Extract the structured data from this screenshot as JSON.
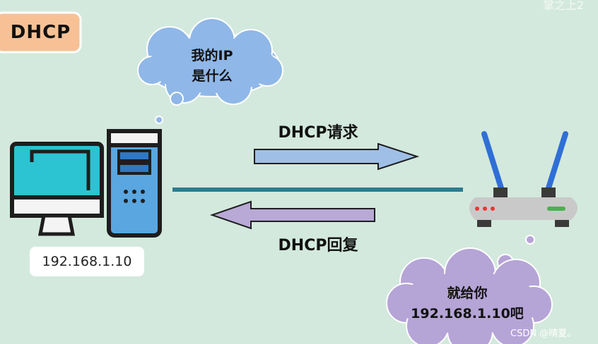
{
  "tag": {
    "label": "DHCP",
    "color": "#f7c195"
  },
  "client": {
    "ip": "192.168.1.10"
  },
  "thought_cloud_client": {
    "line1": "我的IP",
    "line2": "是什么",
    "color": "#8fb7e8"
  },
  "request": {
    "label": "DHCP请求",
    "color": "#9fbfe7"
  },
  "reply": {
    "label": "DHCP回复",
    "color": "#b8a9d6"
  },
  "thought_cloud_router": {
    "line1": "就给你",
    "line2": "192.168.1.10吧",
    "color": "#b5a4d6"
  },
  "link_color": "#2e7b8e",
  "watermark_top": "掌之上2",
  "watermark": "CSDN @晴夏。"
}
